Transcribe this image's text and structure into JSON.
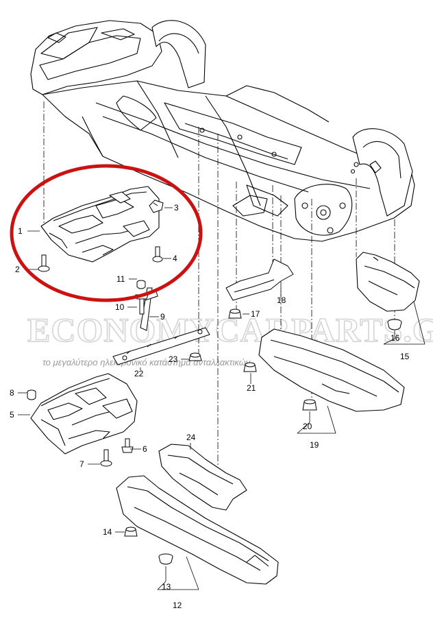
{
  "watermark": {
    "title": "ECONOMYCARPARTS.GR",
    "tagline": "το μεγαλύτερο ηλεκτρονικό κατάστημα ανταλλακτικών"
  },
  "callouts": [
    {
      "id": "1",
      "label": "1"
    },
    {
      "id": "2",
      "label": "2"
    },
    {
      "id": "3",
      "label": "3"
    },
    {
      "id": "4",
      "label": "4"
    },
    {
      "id": "5",
      "label": "5"
    },
    {
      "id": "6",
      "label": "6"
    },
    {
      "id": "7",
      "label": "7"
    },
    {
      "id": "8",
      "label": "8"
    },
    {
      "id": "9",
      "label": "9"
    },
    {
      "id": "10",
      "label": "10"
    },
    {
      "id": "11",
      "label": "11"
    },
    {
      "id": "12",
      "label": "12"
    },
    {
      "id": "13",
      "label": "13"
    },
    {
      "id": "14",
      "label": "14"
    },
    {
      "id": "15",
      "label": "15"
    },
    {
      "id": "16",
      "label": "16"
    },
    {
      "id": "17",
      "label": "17"
    },
    {
      "id": "18",
      "label": "18"
    },
    {
      "id": "19",
      "label": "19"
    },
    {
      "id": "20",
      "label": "20"
    },
    {
      "id": "21",
      "label": "21"
    },
    {
      "id": "22",
      "label": "22"
    },
    {
      "id": "23",
      "label": "23"
    },
    {
      "id": "24",
      "label": "24"
    }
  ],
  "colors": {
    "line": "#000000",
    "highlight": "#cc1111",
    "watermark": "#d8d8d8"
  }
}
